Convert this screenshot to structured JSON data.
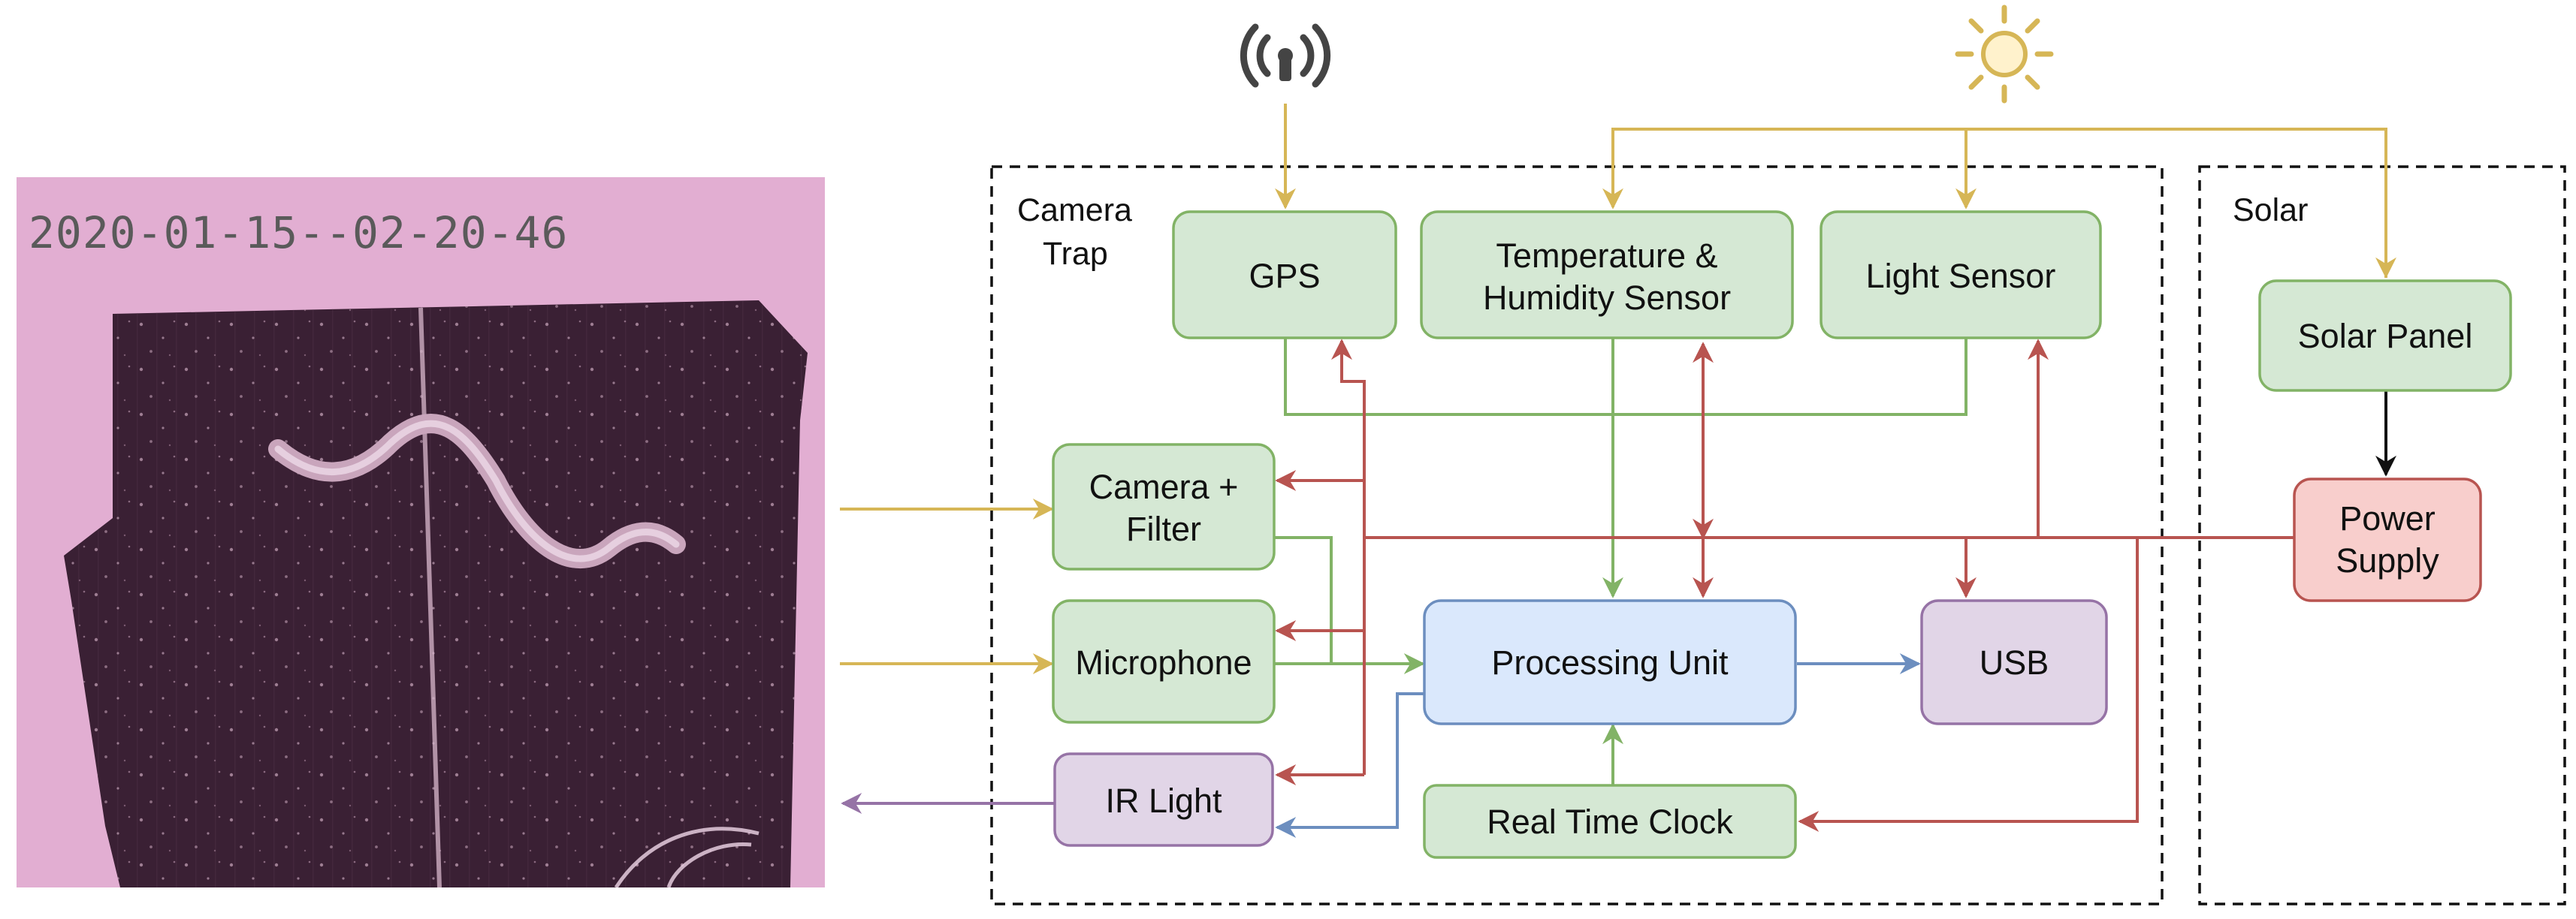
{
  "photo": {
    "timestamp": "2020-01-15--02-20-46"
  },
  "groups": {
    "camera_trap": {
      "line1": "Camera",
      "line2": "Trap"
    },
    "solar": {
      "label": "Solar"
    }
  },
  "blocks": {
    "gps": {
      "line1": "GPS"
    },
    "temp_humidity": {
      "line1": "Temperature &",
      "line2": "Humidity Sensor"
    },
    "light_sensor": {
      "line1": "Light Sensor"
    },
    "camera_filter": {
      "line1": "Camera +",
      "line2": "Filter"
    },
    "microphone": {
      "line1": "Microphone"
    },
    "ir_light": {
      "line1": "IR Light"
    },
    "processing_unit": {
      "line1": "Processing Unit"
    },
    "usb": {
      "line1": "USB"
    },
    "real_time_clock": {
      "line1": "Real Time Clock"
    },
    "solar_panel": {
      "line1": "Solar Panel"
    },
    "power_supply": {
      "line1": "Power",
      "line2": "Supply"
    }
  },
  "icons": {
    "antenna": "antenna-icon",
    "sun": "sun-icon"
  },
  "colors": {
    "sensor_fill": "#d5e8d4",
    "sensor_stroke": "#82b366",
    "processing_fill": "#dae8fc",
    "processing_stroke": "#6c8ebf",
    "output_fill": "#e1d5e7",
    "output_stroke": "#9673a6",
    "power_fill": "#f8cecc",
    "power_stroke": "#b85450",
    "signal_yellow": "#d6b656",
    "data_green": "#82b366",
    "power_red": "#b85450",
    "control_blue": "#6c8ebf",
    "light_purple": "#9673a6",
    "photo_tint": "#e8b4d8"
  }
}
